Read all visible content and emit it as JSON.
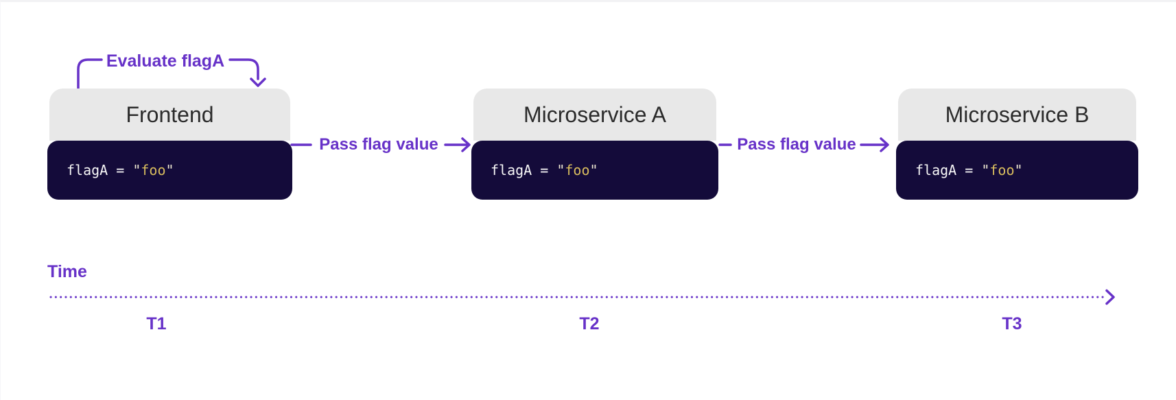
{
  "palette": {
    "accent": "#6732c8",
    "header_bg": "#e8e8e8",
    "header_text": "#2b2b2b",
    "code_bg": "#140b3a",
    "code_text": "#f7f7f7",
    "code_string": "#d9bd5e",
    "code_quote": "#efe9d2",
    "page_border": "#f2f2f4"
  },
  "annotation": {
    "evaluate_label": "Evaluate flagA"
  },
  "services": [
    {
      "title": "Frontend",
      "code": {
        "assignment": "flagA = ",
        "open_quote": "\"",
        "value": "foo",
        "close_quote": "\""
      }
    },
    {
      "title": "Microservice A",
      "code": {
        "assignment": "flagA = ",
        "open_quote": "\"",
        "value": "foo",
        "close_quote": "\""
      }
    },
    {
      "title": "Microservice B",
      "code": {
        "assignment": "flagA = ",
        "open_quote": "\"",
        "value": "foo",
        "close_quote": "\""
      }
    }
  ],
  "arrows": [
    {
      "label": "Pass flag value"
    },
    {
      "label": "Pass flag value"
    }
  ],
  "timeline": {
    "label": "Time",
    "ticks": [
      {
        "label": "T1"
      },
      {
        "label": "T2"
      },
      {
        "label": "T3"
      }
    ]
  }
}
